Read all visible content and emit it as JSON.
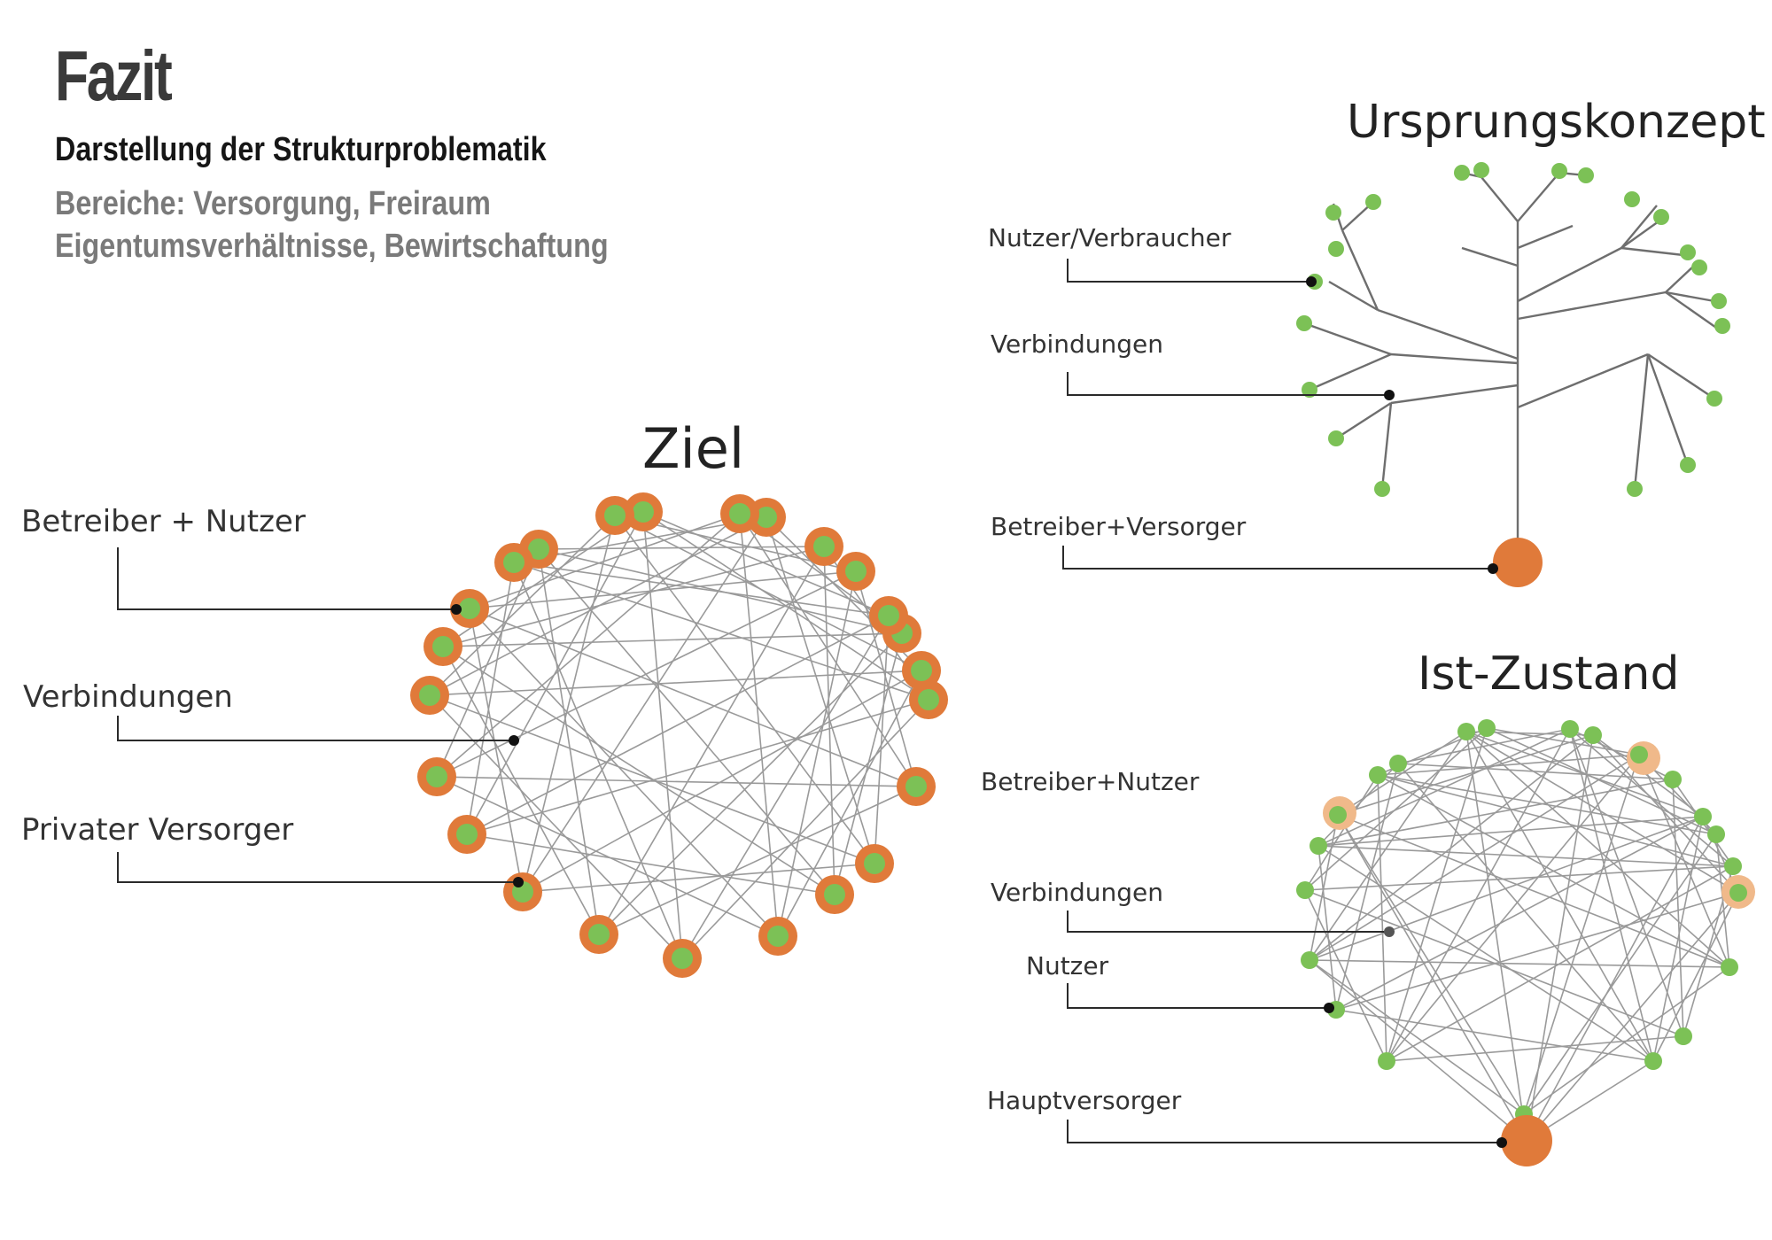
{
  "header": {
    "title": "Fazit",
    "subtitle": "Darstellung der Strukturproblematik",
    "areas_line1": "Bereiche:  Versorgung, Freiraum",
    "areas_line2": "Eigentumsverhältnisse, Bewirtschaftung"
  },
  "ziel": {
    "title": "Ziel",
    "labels": {
      "betreiber_nutzer": "Betreiber + Nutzer",
      "verbindungen": "Verbindungen",
      "privater_versorger": "Privater Versorger"
    }
  },
  "ursprung": {
    "title": "Ursprungskonzept",
    "labels": {
      "nutzer_verbraucher": "Nutzer/Verbraucher",
      "verbindungen": "Verbindungen",
      "betreiber_versorger": "Betreiber+Versorger"
    }
  },
  "ist": {
    "title": "Ist-Zustand",
    "labels": {
      "betreiber_nutzer": "Betreiber+Nutzer",
      "verbindungen": "Verbindungen",
      "nutzer": "Nutzer",
      "hauptversorger": "Hauptversorger"
    }
  },
  "colors": {
    "node_green": "#7cc156",
    "node_orange": "#e07a3a",
    "node_orange_light": "#f0b98a",
    "edge_gray": "#9a9a9a",
    "text": "#333333"
  }
}
